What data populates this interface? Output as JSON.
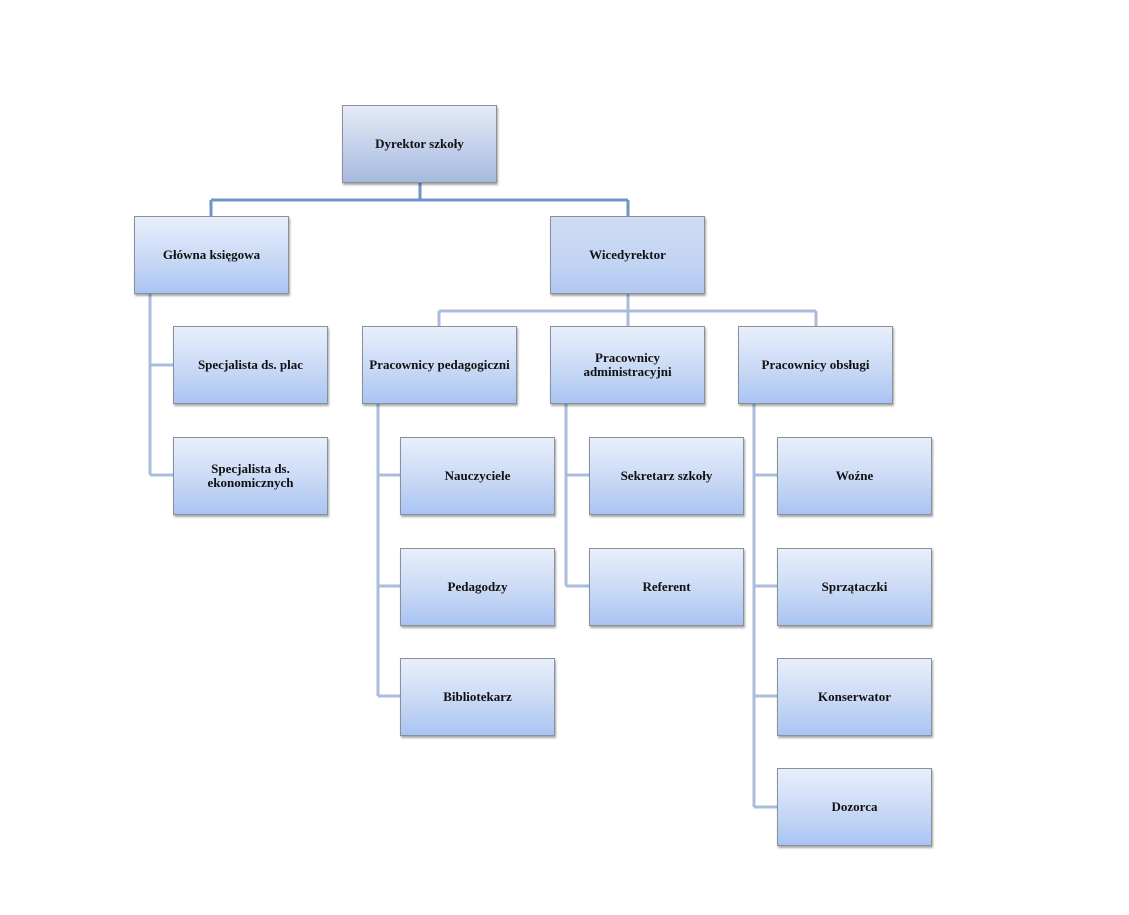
{
  "org_chart": {
    "director": "Dyrektor szkoły",
    "chief_accountant": "Główna księgowa",
    "vice_director": "Wicedyrektor",
    "accounting_staff": [
      "Specjalista ds. plac",
      "Specjalista ds. ekonomicznych"
    ],
    "pedagogical": {
      "label": "Pracownicy pedagogiczni",
      "members": [
        "Nauczyciele",
        "Pedagodzy",
        "Bibliotekarz"
      ]
    },
    "administrative": {
      "label": "Pracownicy administracyjni",
      "members": [
        "Sekretarz szkoły",
        "Referent"
      ]
    },
    "service": {
      "label": "Pracownicy obsługi",
      "members": [
        "Woźne",
        "Sprzątaczki",
        "Konserwator",
        "Dozorca"
      ]
    }
  },
  "colors": {
    "primary_connector": "#7093c9",
    "secondary_connector": "#a9bcdc"
  }
}
